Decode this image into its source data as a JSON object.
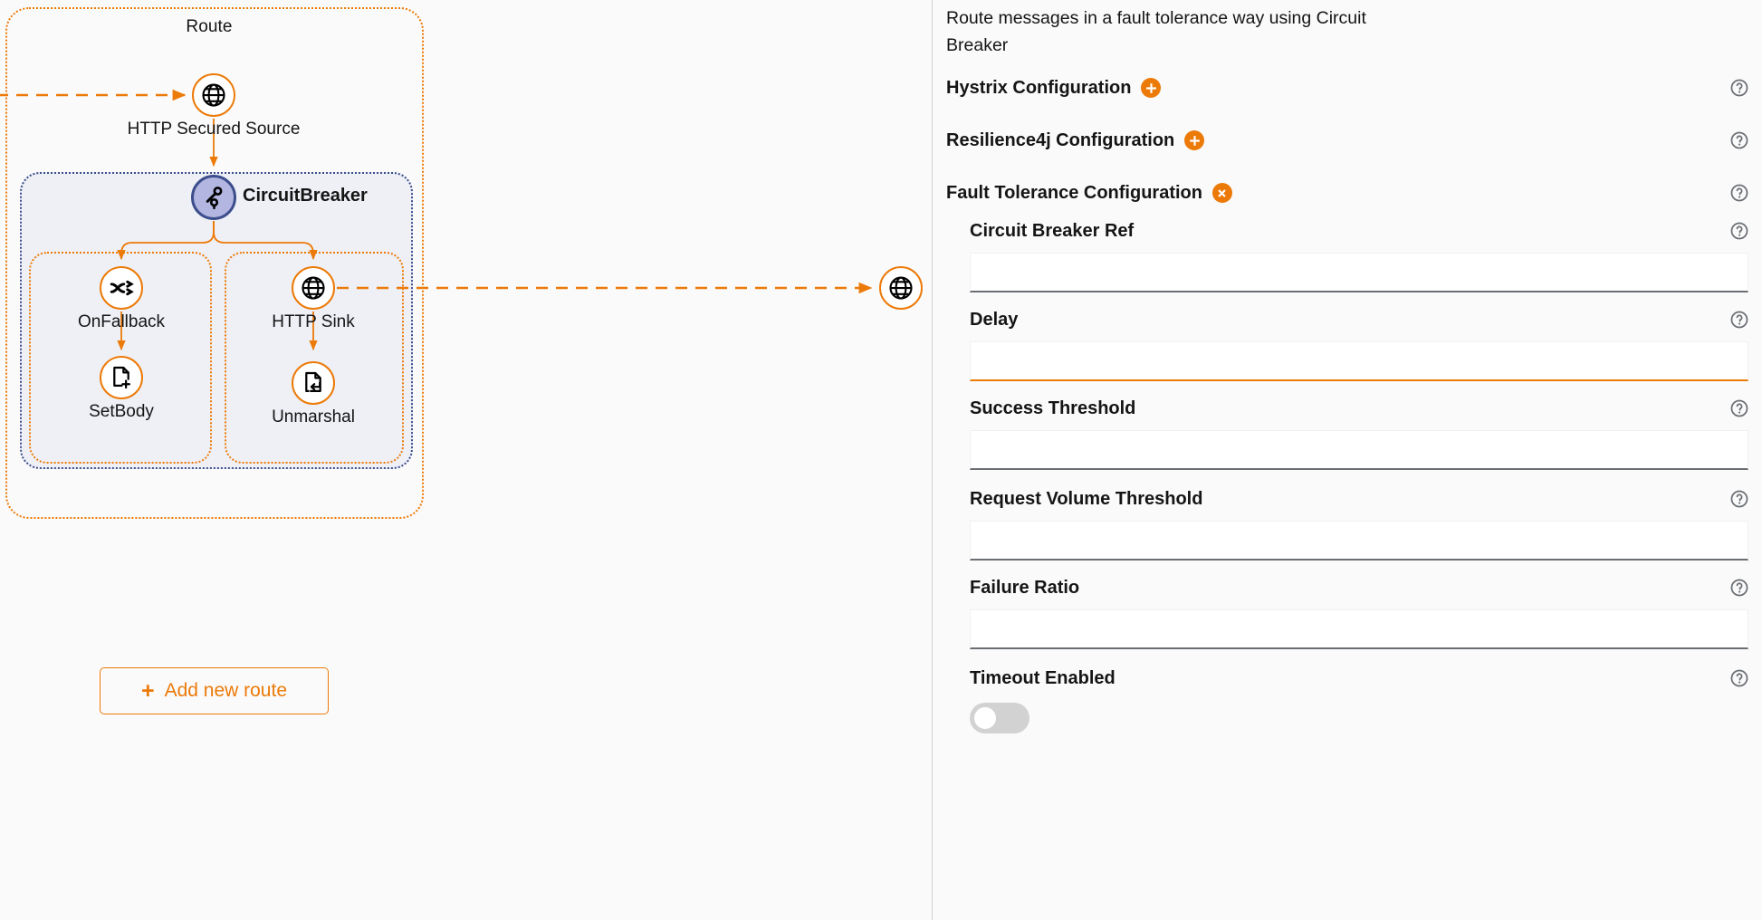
{
  "canvas": {
    "route_container": {
      "title": "Route"
    },
    "nodes": [
      {
        "id": "http-secured-source",
        "label": "HTTP Secured Source",
        "icon": "globe-icon",
        "type": "endpoint"
      },
      {
        "id": "circuitbreaker",
        "label": "CircuitBreaker",
        "icon": "circuit-breaker-icon",
        "type": "eip"
      },
      {
        "id": "onfallback",
        "label": "OnFallback",
        "icon": "fallback-shuffle-icon",
        "type": "eip"
      },
      {
        "id": "setbody",
        "label": "SetBody",
        "icon": "document-plus-icon",
        "type": "eip"
      },
      {
        "id": "http-sink",
        "label": "HTTP Sink",
        "icon": "globe-icon",
        "type": "endpoint"
      },
      {
        "id": "unmarshal",
        "label": "Unmarshal",
        "icon": "document-arrow-left-icon",
        "type": "eip"
      },
      {
        "id": "http-out",
        "label": "",
        "icon": "globe-icon",
        "type": "endpoint"
      }
    ],
    "add_route_button": {
      "label": "Add new route",
      "icon": "plus-icon"
    }
  },
  "sidepanel": {
    "description": "Route messages in a fault tolerance way using Circuit Breaker",
    "sections": [
      {
        "title": "Hystrix Configuration",
        "badge": "plus",
        "help": "help-icon"
      },
      {
        "title": "Resilience4j Configuration",
        "badge": "plus",
        "help": "help-icon"
      },
      {
        "title": "Fault Tolerance Configuration",
        "badge": "remove",
        "help": "help-icon"
      }
    ],
    "fields": [
      {
        "label": "Circuit Breaker Ref",
        "value": "",
        "placeholder": "",
        "type": "text",
        "focused": false
      },
      {
        "label": "Delay",
        "value": "",
        "placeholder": "",
        "type": "text",
        "focused": true
      },
      {
        "label": "Success Threshold",
        "value": "",
        "placeholder": "",
        "type": "text",
        "focused": false
      },
      {
        "label": "Request Volume Threshold",
        "value": "",
        "placeholder": "",
        "type": "text",
        "focused": false
      },
      {
        "label": "Failure Ratio",
        "value": "",
        "placeholder": "",
        "type": "text",
        "focused": false
      },
      {
        "label": "Timeout Enabled",
        "value": "off",
        "type": "toggle",
        "focused": false
      }
    ]
  },
  "colors": {
    "accent_orange": "#ec7a08",
    "circuitbreaker_fill": "#b2b6e0",
    "circuitbreaker_stroke": "#3c4e8c",
    "group_fill": "#eef0f6",
    "input_underline": "#6a6e73",
    "canvas_bg": "#fafafa",
    "toggle_off": "#d2d2d2"
  }
}
